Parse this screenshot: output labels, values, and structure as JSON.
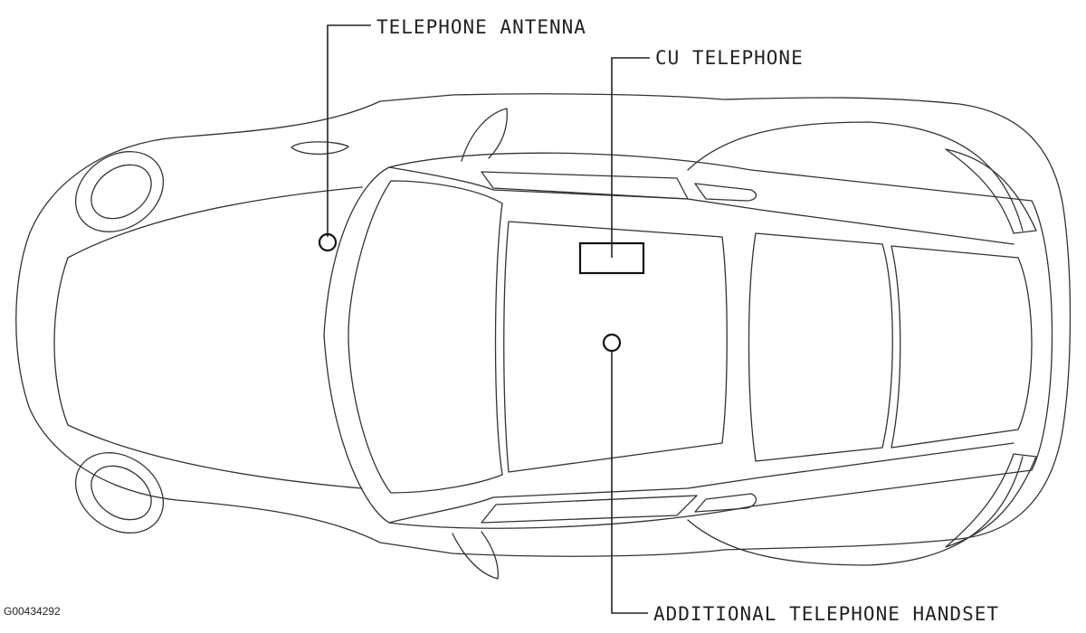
{
  "diagram": {
    "labels": {
      "telephone_antenna": "TELEPHONE ANTENNA",
      "cu_telephone": "CU TELEPHONE",
      "additional_handset": "ADDITIONAL TELEPHONE HANDSET"
    },
    "figure_id": "G00434292",
    "colors": {
      "line": "#333333",
      "background": "#ffffff"
    }
  }
}
